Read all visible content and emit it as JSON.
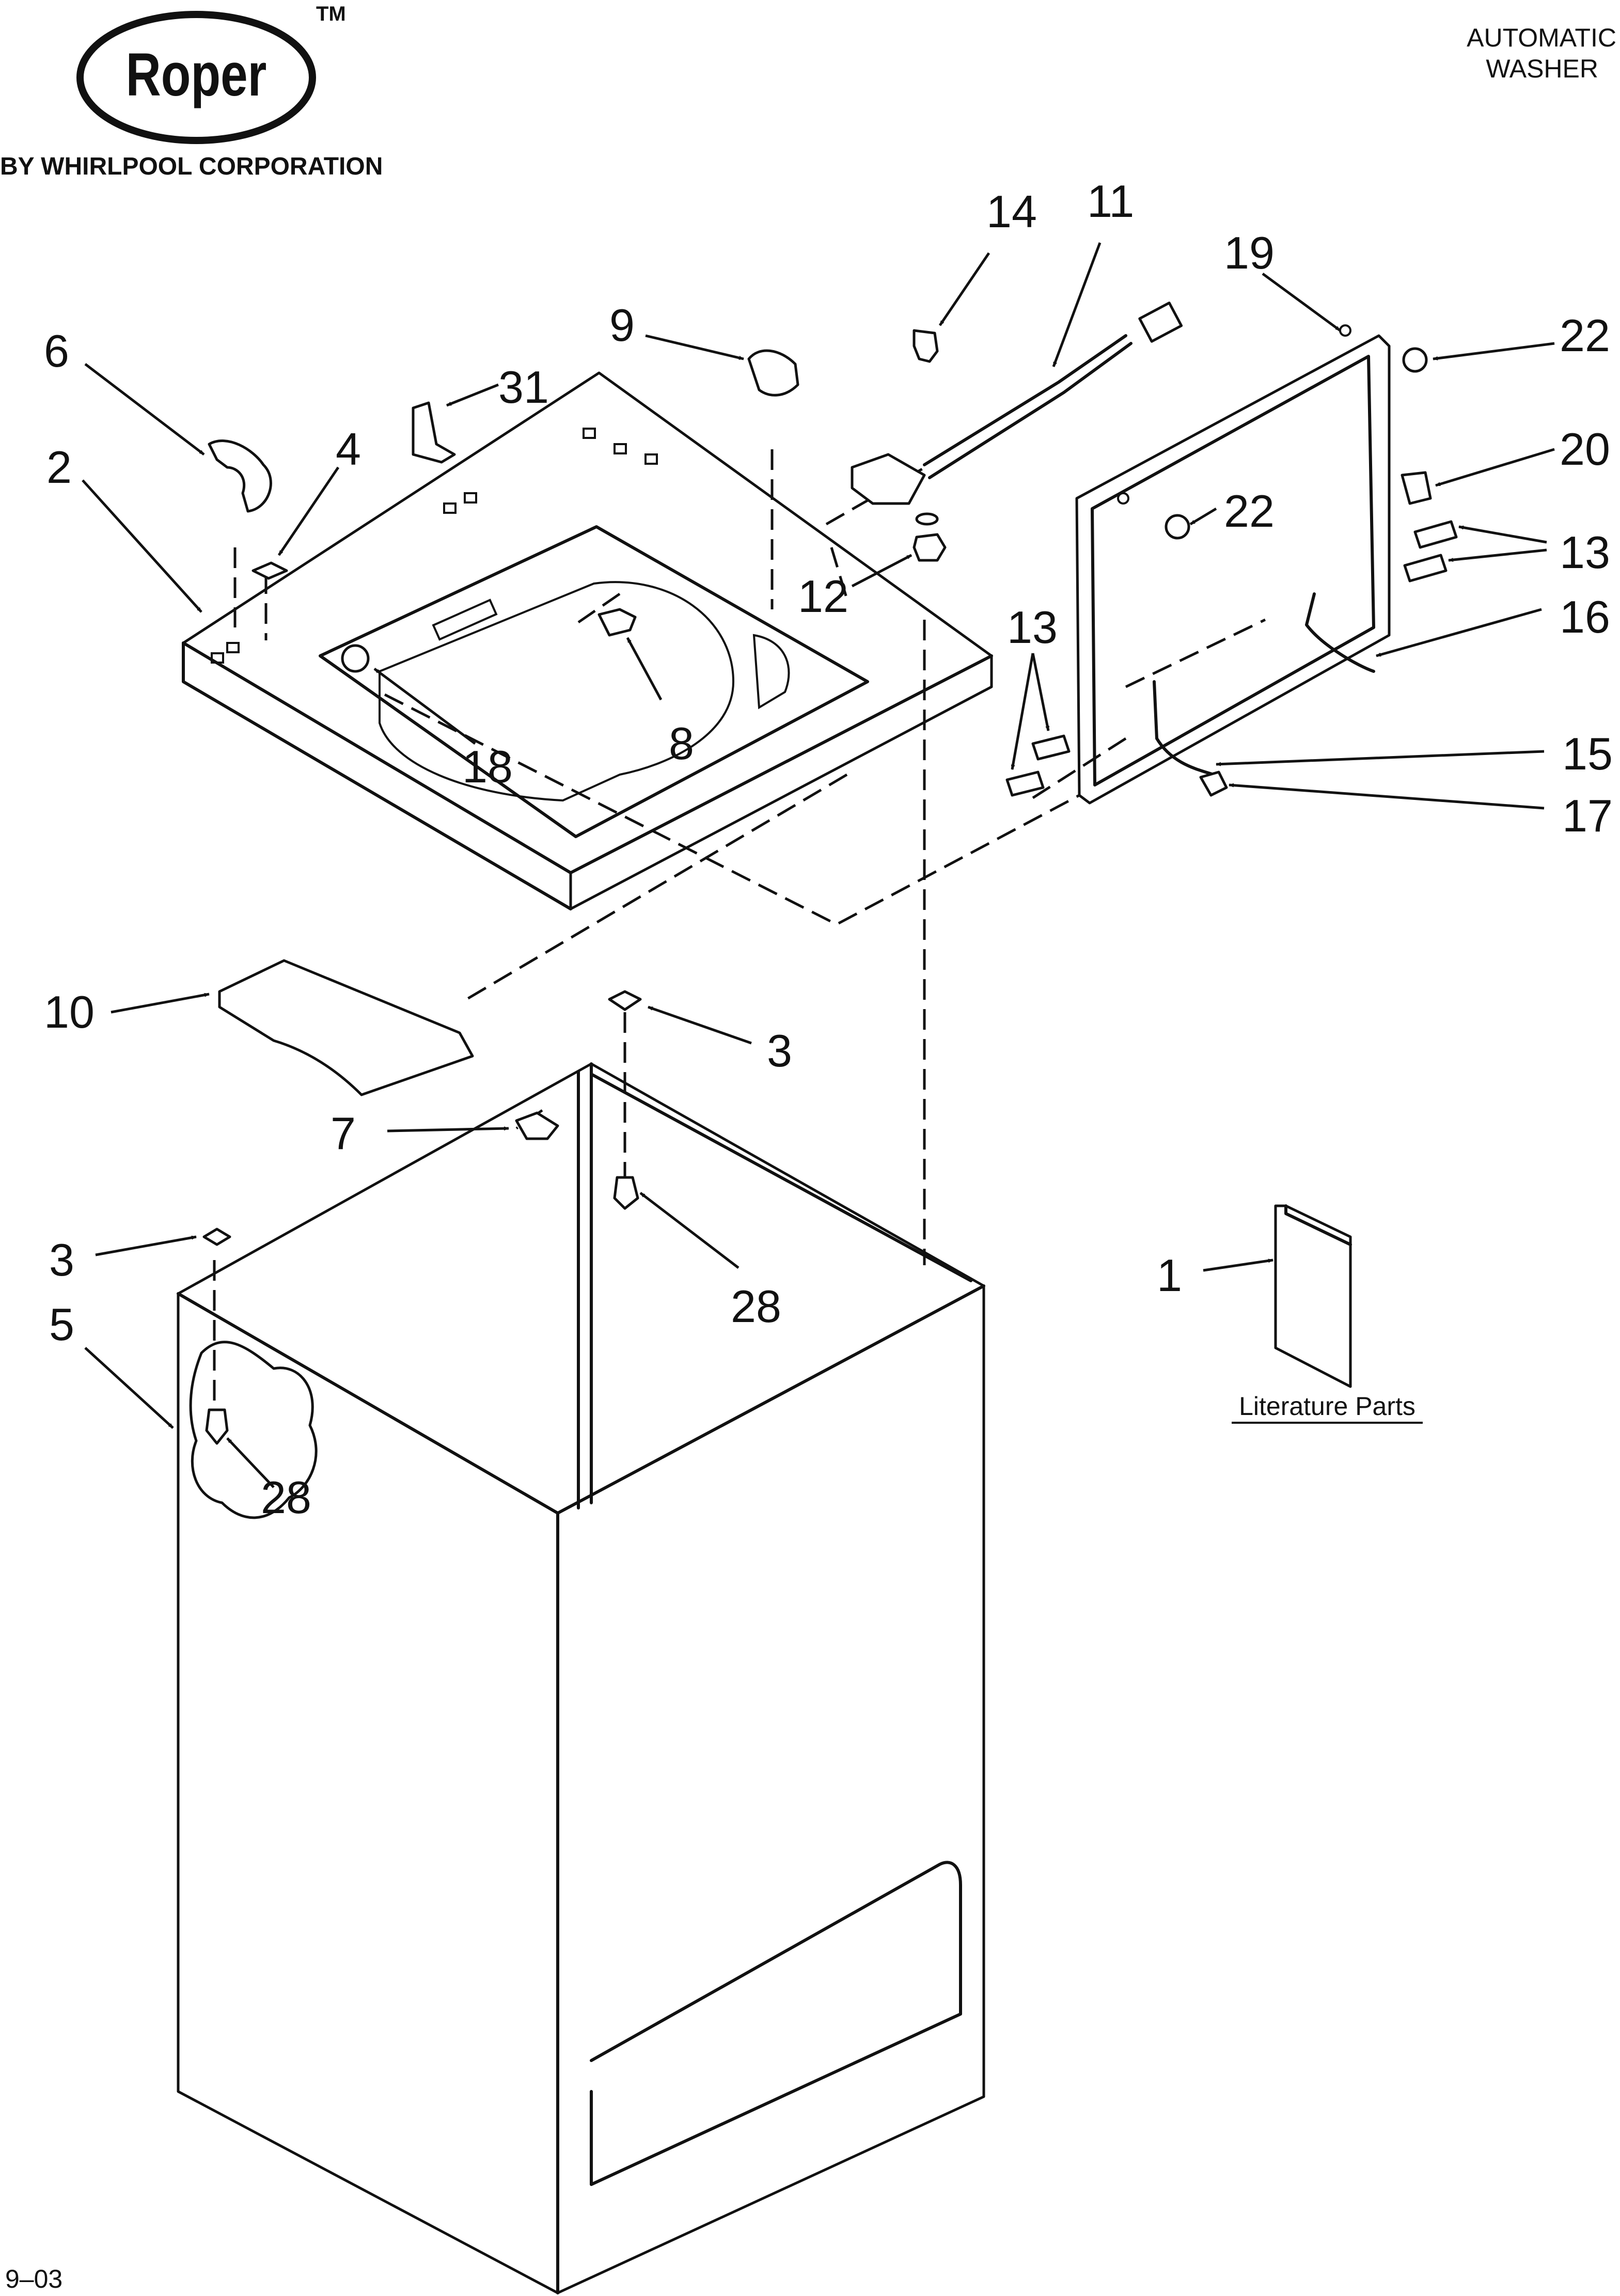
{
  "header": {
    "brand": "Roper",
    "trademark": "TM",
    "subbrand": "BY WHIRLPOOL CORPORATION",
    "title_line1": "AUTOMATIC",
    "title_line2": "WASHER"
  },
  "literature_label": "Literature Parts",
  "footer": {
    "date_code": "9–03"
  },
  "callouts": {
    "c1": "1",
    "c2": "2",
    "c3a": "3",
    "c3b": "3",
    "c4": "4",
    "c5": "5",
    "c6": "6",
    "c7": "7",
    "c8": "8",
    "c9": "9",
    "c10": "10",
    "c11": "11",
    "c12": "12",
    "c13a": "13",
    "c13b": "13",
    "c14": "14",
    "c15": "15",
    "c16": "16",
    "c17": "17",
    "c18": "18",
    "c19": "19",
    "c20": "20",
    "c22a": "22",
    "c22b": "22",
    "c28a": "28",
    "c28b": "28",
    "c31": "31"
  }
}
